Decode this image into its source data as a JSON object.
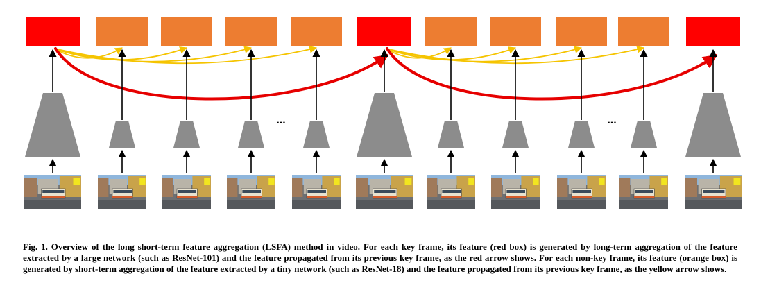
{
  "colors": {
    "key_feature": "#ff0000",
    "nonkey_feature": "#ed7d31",
    "long_term_arrow": "#e60000",
    "short_term_arrow": "#f5c400",
    "network": "#8c8c8c",
    "arrow": "#000000"
  },
  "frames": [
    {
      "type": "key",
      "feature": "red-box",
      "network": "large-network"
    },
    {
      "type": "non-key",
      "feature": "orange-box",
      "network": "tiny-network"
    },
    {
      "type": "non-key",
      "feature": "orange-box",
      "network": "tiny-network"
    },
    {
      "type": "non-key",
      "feature": "orange-box",
      "network": "tiny-network"
    },
    {
      "type": "non-key",
      "feature": "orange-box",
      "network": "tiny-network"
    },
    {
      "type": "key",
      "feature": "red-box",
      "network": "large-network"
    },
    {
      "type": "non-key",
      "feature": "orange-box",
      "network": "tiny-network"
    },
    {
      "type": "non-key",
      "feature": "orange-box",
      "network": "tiny-network"
    },
    {
      "type": "non-key",
      "feature": "orange-box",
      "network": "tiny-network"
    },
    {
      "type": "non-key",
      "feature": "orange-box",
      "network": "tiny-network"
    },
    {
      "type": "key",
      "feature": "red-box",
      "network": "large-network"
    }
  ],
  "ellipsis": "...",
  "caption": "Fig. 1. Overview of the long short-term feature aggregation (LSFA) method in video. For each key frame, its feature (red box) is generated by long-term aggregation of the feature extracted by a large network (such as ResNet-101) and the feature propagated from its previous key frame, as the red arrow shows. For each non-key frame, its feature (orange box) is generated by short-term aggregation of the feature extracted by a tiny network (such as ResNet-18) and the feature propagated from its previous key frame, as the yellow arrow shows."
}
